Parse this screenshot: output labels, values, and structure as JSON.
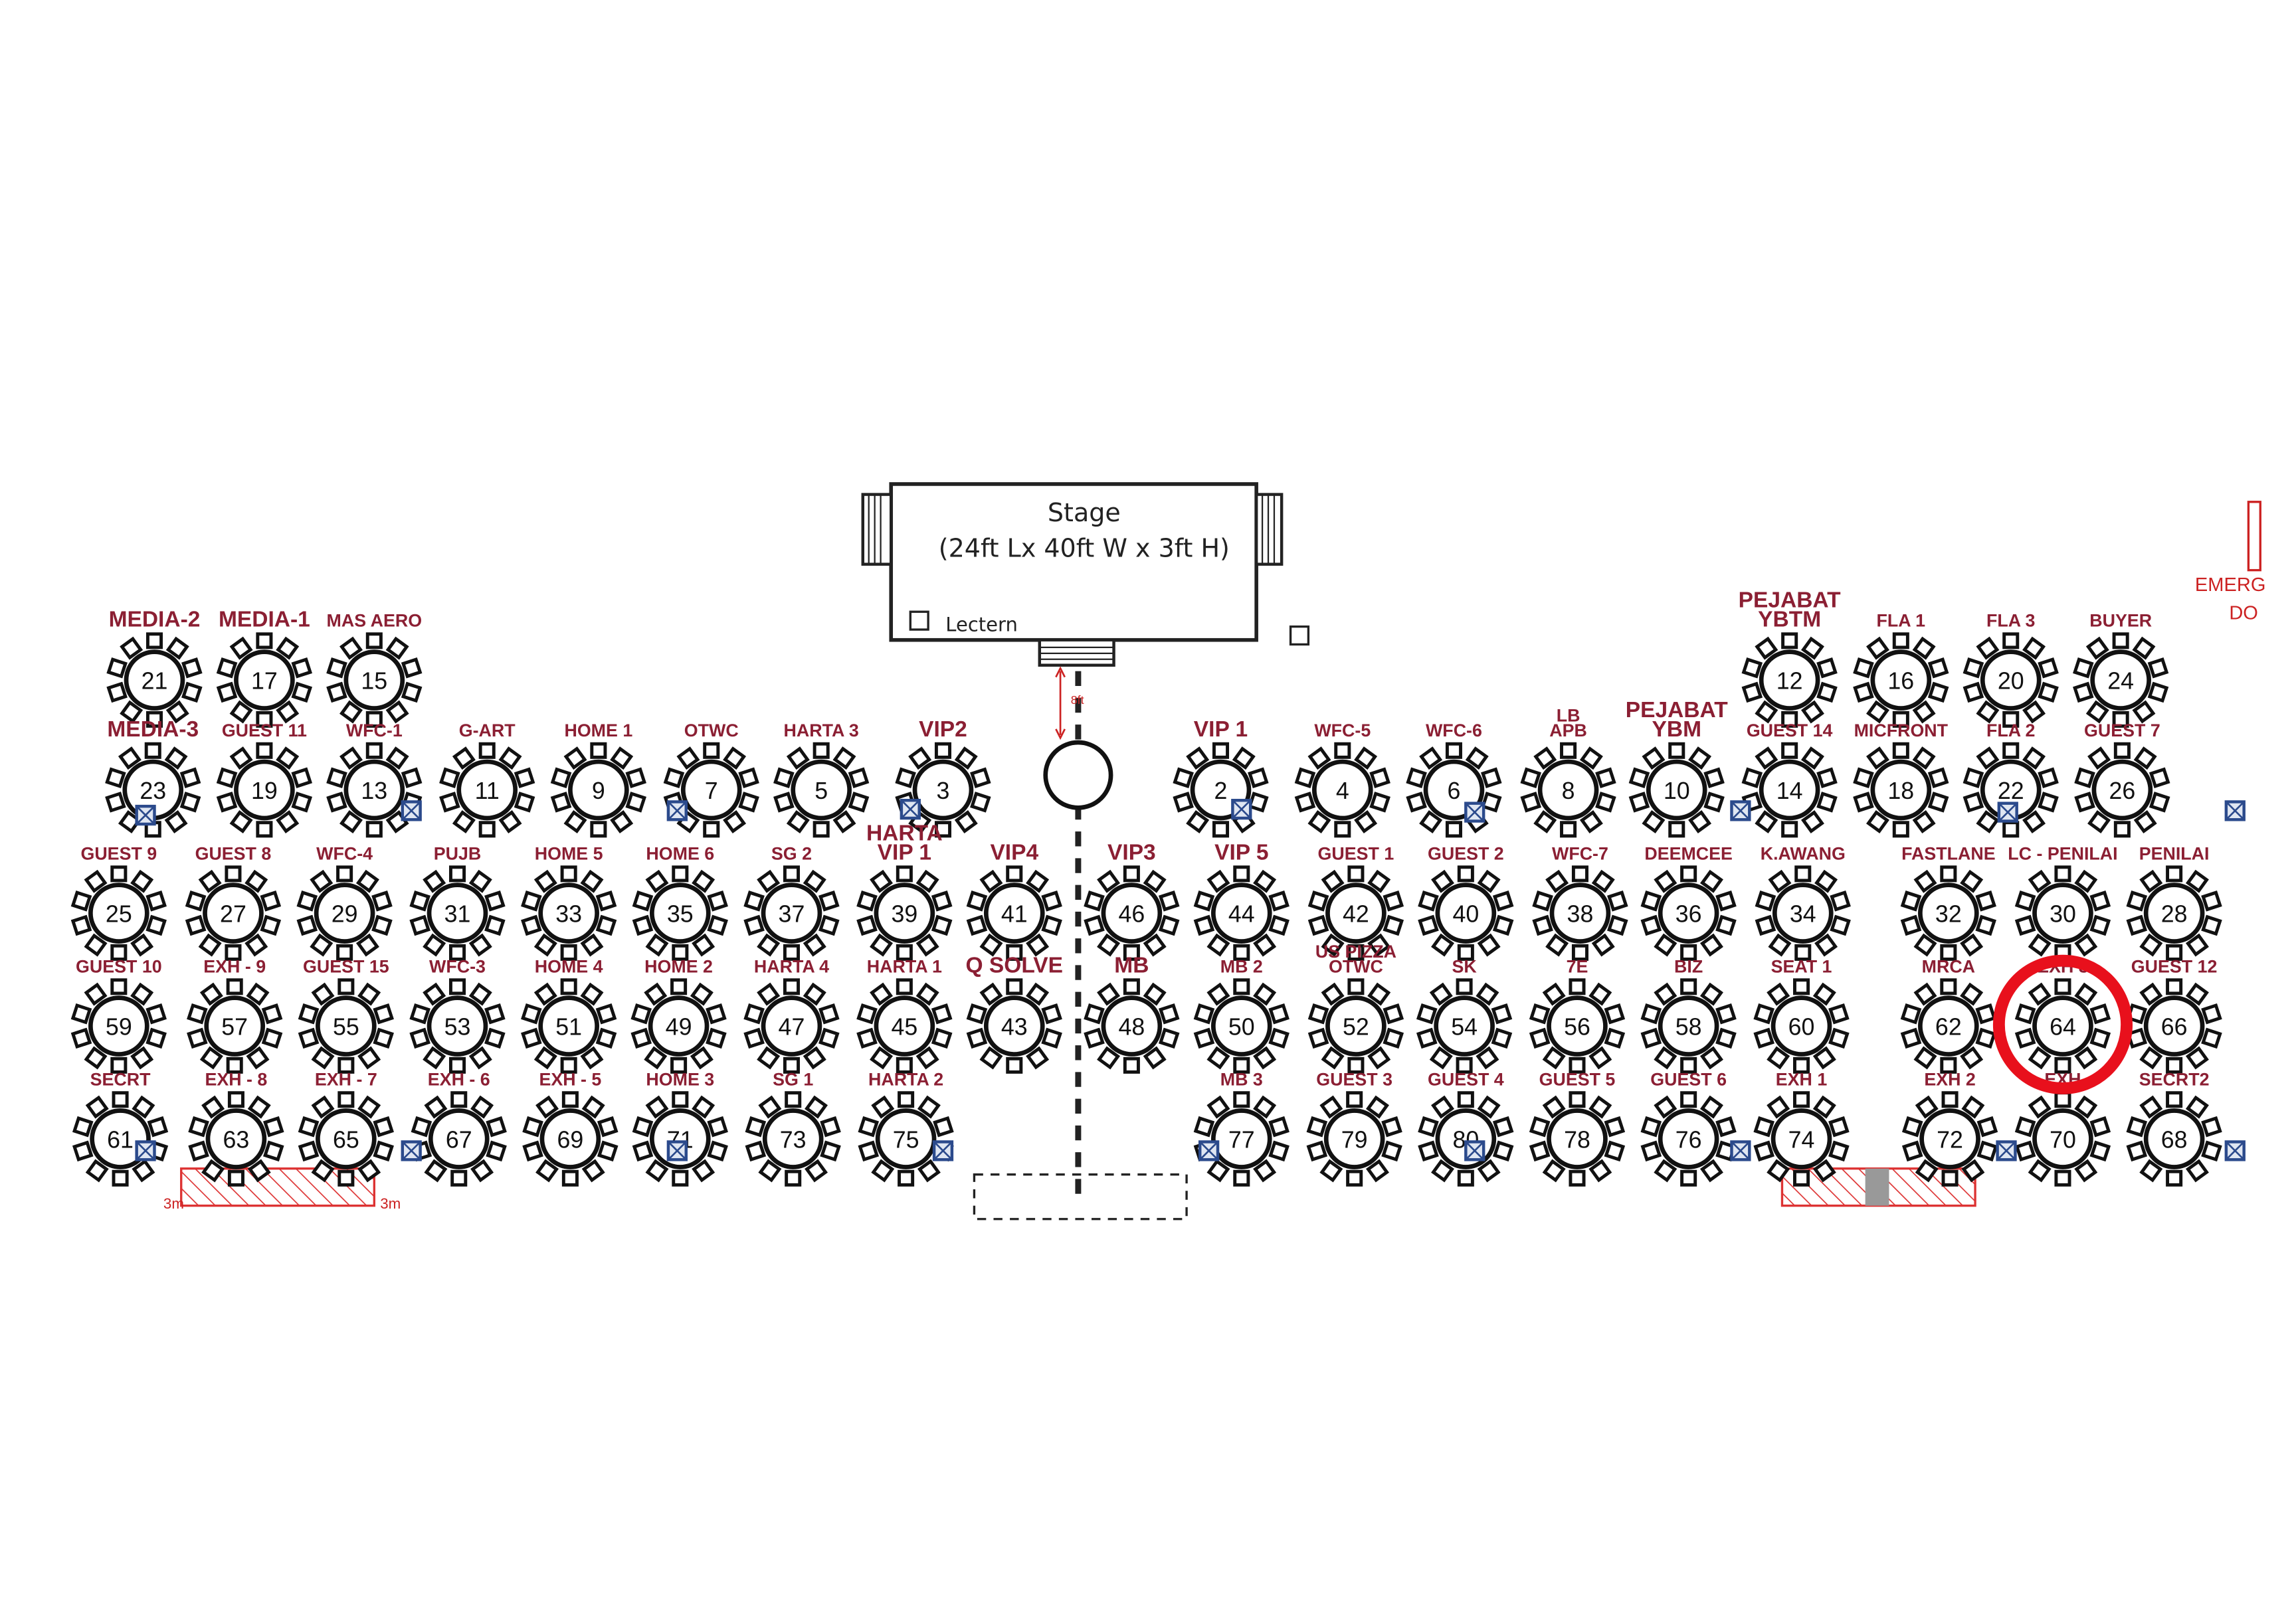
{
  "stage": {
    "title": "Stage",
    "dimensions": "(24ft Lx 40ft W x 3ft H)",
    "lectern": "Lectern",
    "distance": "8ft"
  },
  "emergency_door": [
    "EMERG",
    "DO"
  ],
  "buffer_labels": [
    "3m",
    "3m"
  ],
  "highlight_color": "#e8101c",
  "label_color": "#8b1f33",
  "highlighted_table": "64",
  "tables": [
    {
      "number": "21",
      "label": "MEDIA-2"
    },
    {
      "number": "17",
      "label": "MEDIA-1"
    },
    {
      "number": "15",
      "label": "MAS AERO"
    },
    {
      "number": "12",
      "label": "PEJABAT YBTM"
    },
    {
      "number": "16",
      "label": "FLA 1"
    },
    {
      "number": "20",
      "label": "FLA 3"
    },
    {
      "number": "24",
      "label": "BUYER"
    },
    {
      "number": "23",
      "label": "MEDIA-3"
    },
    {
      "number": "19",
      "label": "GUEST 11"
    },
    {
      "number": "13",
      "label": "WFC-1"
    },
    {
      "number": "11",
      "label": "G-ART"
    },
    {
      "number": "9",
      "label": "HOME 1"
    },
    {
      "number": "7",
      "label": "OTWC"
    },
    {
      "number": "5",
      "label": "HARTA 3"
    },
    {
      "number": "3",
      "label": "VIP2"
    },
    {
      "number": "2",
      "label": "VIP 1"
    },
    {
      "number": "4",
      "label": "WFC-5"
    },
    {
      "number": "6",
      "label": "WFC-6"
    },
    {
      "number": "8",
      "label": "LB APB"
    },
    {
      "number": "10",
      "label": "PEJABAT YBM"
    },
    {
      "number": "14",
      "label": "GUEST 14"
    },
    {
      "number": "18",
      "label": "MICFRONT"
    },
    {
      "number": "22",
      "label": "FLA 2"
    },
    {
      "number": "26",
      "label": "GUEST 7"
    },
    {
      "number": "25",
      "label": "GUEST 9"
    },
    {
      "number": "27",
      "label": "GUEST 8"
    },
    {
      "number": "29",
      "label": "WFC-4"
    },
    {
      "number": "31",
      "label": "PUJB"
    },
    {
      "number": "33",
      "label": "HOME 5"
    },
    {
      "number": "35",
      "label": "HOME 6"
    },
    {
      "number": "37",
      "label": "SG 2"
    },
    {
      "number": "39",
      "label": "HARTA VIP 1"
    },
    {
      "number": "41",
      "label": "VIP4"
    },
    {
      "number": "46",
      "label": "VIP3"
    },
    {
      "number": "44",
      "label": "VIP 5"
    },
    {
      "number": "42",
      "label": "GUEST 1"
    },
    {
      "number": "40",
      "label": "GUEST 2"
    },
    {
      "number": "38",
      "label": "WFC-7"
    },
    {
      "number": "36",
      "label": "DEEMCEE"
    },
    {
      "number": "34",
      "label": "K.AWANG"
    },
    {
      "number": "32",
      "label": "FASTLANE"
    },
    {
      "number": "30",
      "label": "LC - PENILAI"
    },
    {
      "number": "28",
      "label": "PENILAI"
    },
    {
      "number": "59",
      "label": "GUEST 10"
    },
    {
      "number": "57",
      "label": "EXH - 9"
    },
    {
      "number": "55",
      "label": "GUEST 15"
    },
    {
      "number": "53",
      "label": "WFC-3"
    },
    {
      "number": "51",
      "label": "HOME 4"
    },
    {
      "number": "49",
      "label": "HOME 2"
    },
    {
      "number": "47",
      "label": "HARTA 4"
    },
    {
      "number": "45",
      "label": "HARTA 1"
    },
    {
      "number": "43",
      "label": "Q SOLVE"
    },
    {
      "number": "48",
      "label": "MB"
    },
    {
      "number": "50",
      "label": "MB 2"
    },
    {
      "number": "52",
      "label": "US PIZZA OTWC"
    },
    {
      "number": "54",
      "label": "SK"
    },
    {
      "number": "56",
      "label": "7E"
    },
    {
      "number": "58",
      "label": "BIZ"
    },
    {
      "number": "60",
      "label": "SEAT 1"
    },
    {
      "number": "62",
      "label": "MRCA"
    },
    {
      "number": "64",
      "label": "EXH 3"
    },
    {
      "number": "66",
      "label": "GUEST 12"
    },
    {
      "number": "61",
      "label": "SECRT"
    },
    {
      "number": "63",
      "label": "EXH - 8"
    },
    {
      "number": "65",
      "label": "EXH - 7"
    },
    {
      "number": "67",
      "label": "EXH - 6"
    },
    {
      "number": "69",
      "label": "EXH - 5"
    },
    {
      "number": "71",
      "label": "HOME 3"
    },
    {
      "number": "73",
      "label": "SG 1"
    },
    {
      "number": "75",
      "label": "HARTA 2"
    },
    {
      "number": "77",
      "label": "MB 3"
    },
    {
      "number": "79",
      "label": "GUEST 3"
    },
    {
      "number": "80",
      "label": "GUEST 4"
    },
    {
      "number": "78",
      "label": "GUEST 5"
    },
    {
      "number": "76",
      "label": "GUEST 6"
    },
    {
      "number": "74",
      "label": "EXH 1"
    },
    {
      "number": "72",
      "label": "EXH 2"
    },
    {
      "number": "70",
      "label": "EXH"
    },
    {
      "number": "68",
      "label": "SECRT2"
    }
  ]
}
